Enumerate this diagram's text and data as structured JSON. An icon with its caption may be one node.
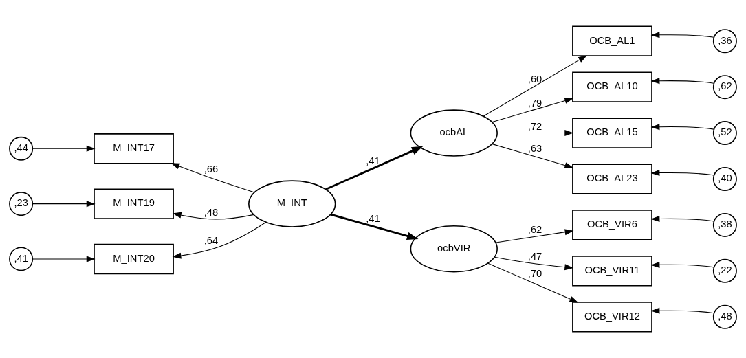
{
  "diagram": {
    "nodes": [
      {
        "text": [
          ",44"
        ]
      },
      {
        "text": [
          "M_INT17"
        ]
      },
      {
        "text": [
          ",23"
        ]
      },
      {
        "text": [
          "M_INT19"
        ]
      },
      {
        "text": [
          ",41"
        ]
      },
      {
        "text": [
          "M_INT20"
        ]
      },
      {
        "text": [
          "M_INT"
        ]
      },
      {
        "text": [
          "ocbAL"
        ]
      },
      {
        "text": [
          "ocbVIR"
        ]
      },
      {
        "text": [
          "OCB_AL1"
        ]
      },
      {
        "text": [
          ",36"
        ]
      },
      {
        "text": [
          "OCB_AL10"
        ]
      },
      {
        "text": [
          ",62"
        ]
      },
      {
        "text": [
          "OCB_AL15"
        ]
      },
      {
        "text": [
          ",52"
        ]
      },
      {
        "text": [
          "OCB_AL23"
        ]
      },
      {
        "text": [
          ",40"
        ]
      },
      {
        "text": [
          "OCB_VIR6"
        ]
      },
      {
        "text": [
          ",38"
        ]
      },
      {
        "text": [
          "OCB_VIR11"
        ]
      },
      {
        "text": [
          ",22"
        ]
      },
      {
        "text": [
          "OCB_VIR12"
        ]
      },
      {
        "text": [
          ",48"
        ]
      }
    ],
    "edges": [
      {
        "from": 0,
        "to": 1,
        "arrow": "to"
      },
      {
        "from": 2,
        "to": 3,
        "arrow": "to"
      },
      {
        "from": 4,
        "to": 5,
        "arrow": "to"
      },
      {
        "from": 6,
        "to": 1,
        "arrow": "to",
        "label": ",66"
      },
      {
        "from": 6,
        "to": 3,
        "arrow": "to",
        "label": ",48"
      },
      {
        "from": 6,
        "to": 5,
        "arrow": "to",
        "label": ",64"
      },
      {
        "from": 6,
        "to": 7,
        "arrow": "to",
        "label": ",41",
        "style": "thick"
      },
      {
        "from": 6,
        "to": 8,
        "arrow": "to",
        "label": ",41",
        "style": "thick"
      },
      {
        "from": 7,
        "to": 9,
        "arrow": "to",
        "label": ",60"
      },
      {
        "from": 7,
        "to": 11,
        "arrow": "to",
        "label": ",79"
      },
      {
        "from": 7,
        "to": 13,
        "arrow": "to",
        "label": ",72"
      },
      {
        "from": 7,
        "to": 15,
        "arrow": "to",
        "label": ",63"
      },
      {
        "from": 8,
        "to": 17,
        "arrow": "to",
        "label": ",62"
      },
      {
        "from": 8,
        "to": 19,
        "arrow": "to",
        "label": ",47"
      },
      {
        "from": 8,
        "to": 21,
        "arrow": "to",
        "label": ",70"
      },
      {
        "from": 10,
        "to": 9,
        "arrow": "to"
      },
      {
        "from": 12,
        "to": 11,
        "arrow": "to"
      },
      {
        "from": 14,
        "to": 13,
        "arrow": "to"
      },
      {
        "from": 16,
        "to": 15,
        "arrow": "to"
      },
      {
        "from": 18,
        "to": 17,
        "arrow": "to"
      },
      {
        "from": 20,
        "to": 19,
        "arrow": "to"
      },
      {
        "from": 22,
        "to": 21,
        "arrow": "to"
      }
    ]
  }
}
